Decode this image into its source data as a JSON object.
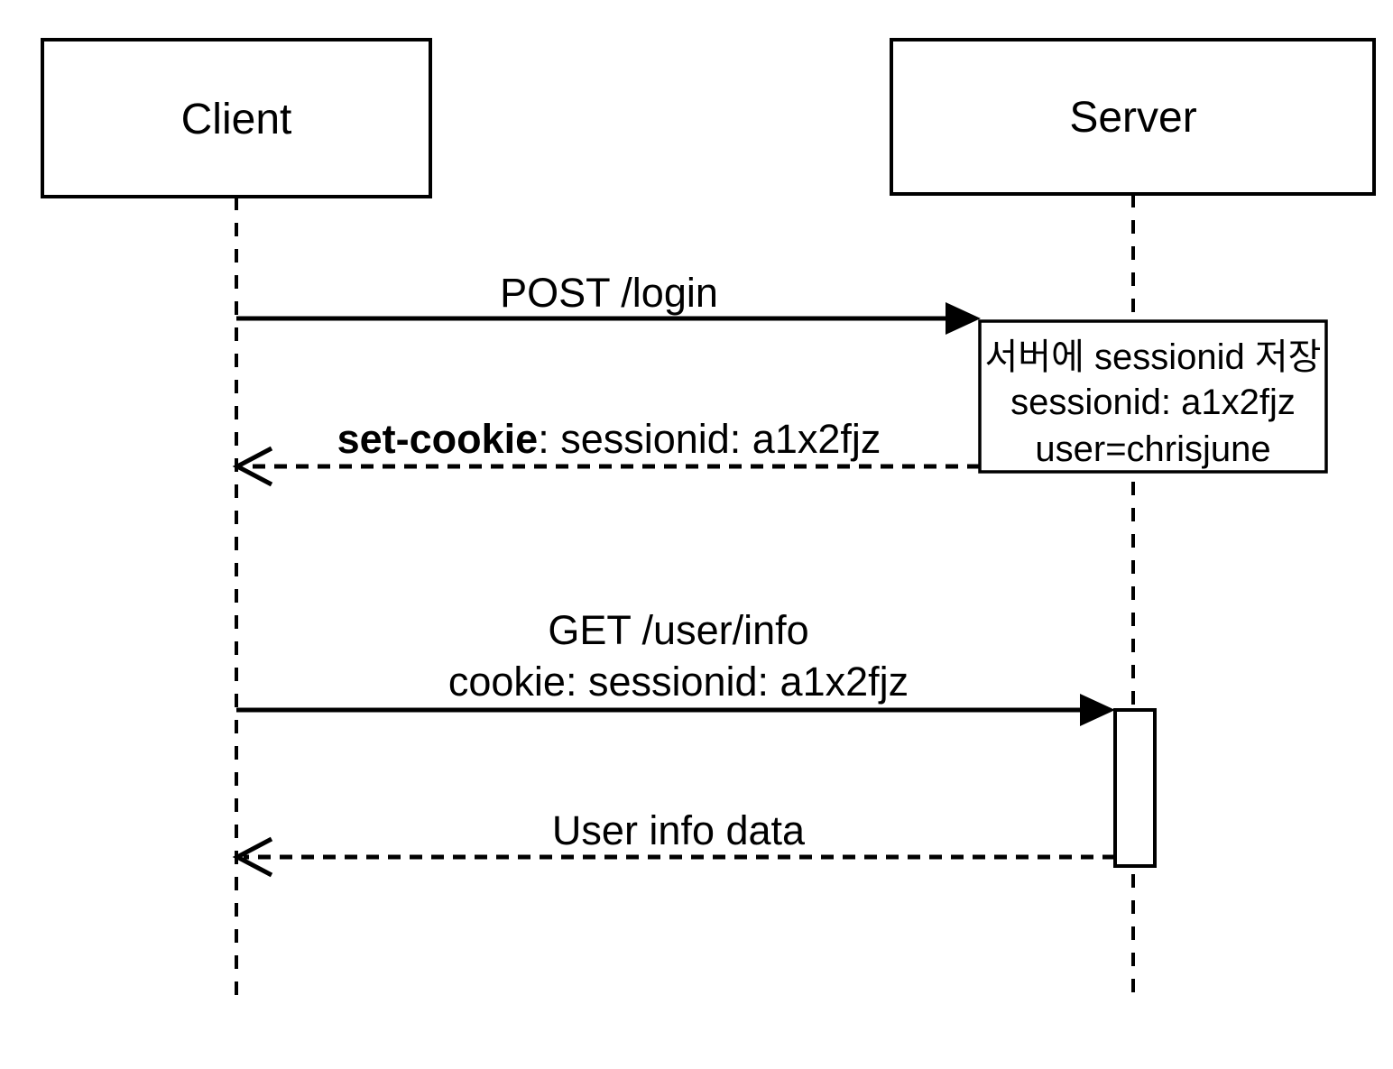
{
  "colors": {
    "background": "#ffffff",
    "stroke": "#000000"
  },
  "actors": [
    {
      "label": "Client"
    },
    {
      "label": "Server"
    }
  ],
  "messages": [
    {
      "label": "POST /login",
      "from": "Client",
      "to": "Server",
      "line": "solid",
      "arrowhead": "filled"
    },
    {
      "label_bold": "set-cookie",
      "label_regular": ": sessionid: a1x2fjz",
      "from": "Server",
      "to": "Client",
      "line": "dashed",
      "arrowhead": "open"
    },
    {
      "label_line1": "GET /user/info",
      "label_line2": "cookie: sessionid: a1x2fjz",
      "from": "Client",
      "to": "Server",
      "line": "solid",
      "arrowhead": "filled"
    },
    {
      "label": "User info data",
      "from": "Server",
      "to": "Client",
      "line": "dashed",
      "arrowhead": "open"
    }
  ],
  "note": {
    "attached_to": "Server",
    "line1": "서버에 sessionid 저장",
    "line2": "sessionid: a1x2fjz",
    "line3": "user=chrisjune"
  }
}
